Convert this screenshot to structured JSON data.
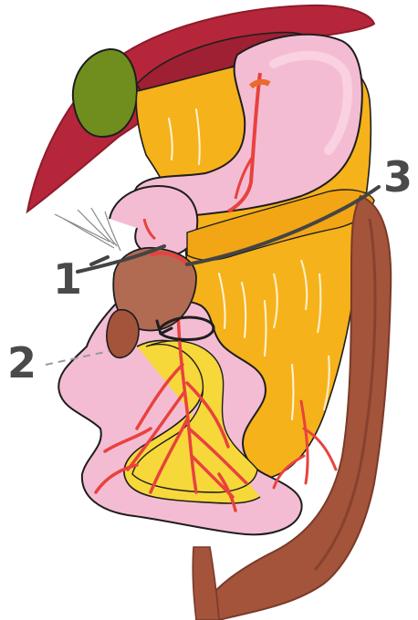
{
  "callouts": [
    {
      "id": "1",
      "label": "1"
    },
    {
      "id": "2",
      "label": "2"
    },
    {
      "id": "3",
      "label": "3"
    }
  ],
  "palette": {
    "background": "#ffffff",
    "liver_maroon": "#b5263a",
    "liver_dark": "#8e1b2c",
    "gallbladder": "#6f8e1e",
    "bowel_pink": "#f4bcd3",
    "bowel_light": "#fad6e4",
    "fat_orange": "#f6b21a",
    "fat_yellow": "#f7d83a",
    "vessel_red": "#e8423e",
    "colon_brown": "#a3543a",
    "colon_dark": "#7a3a2a",
    "tumor_brown": "#b06b52",
    "outline": "#1e1e1e",
    "callout_gray": "#4a4a4a"
  }
}
